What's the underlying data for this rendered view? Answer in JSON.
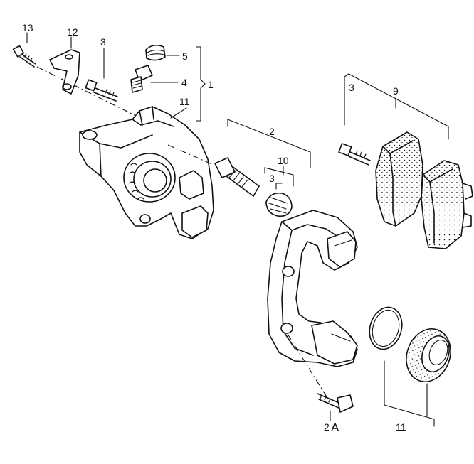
{
  "callouts": {
    "c13": "13",
    "c12": "12",
    "c3_bolt": "3",
    "c5": "5",
    "c4": "4",
    "c1": "1",
    "c11_top": "11",
    "c2": "2",
    "c10": "10",
    "c3_boot": "3",
    "c3_pads": "3",
    "c9": "9",
    "c2A_num": "2",
    "c2A_letter": "A",
    "c11_bottom": "11"
  }
}
